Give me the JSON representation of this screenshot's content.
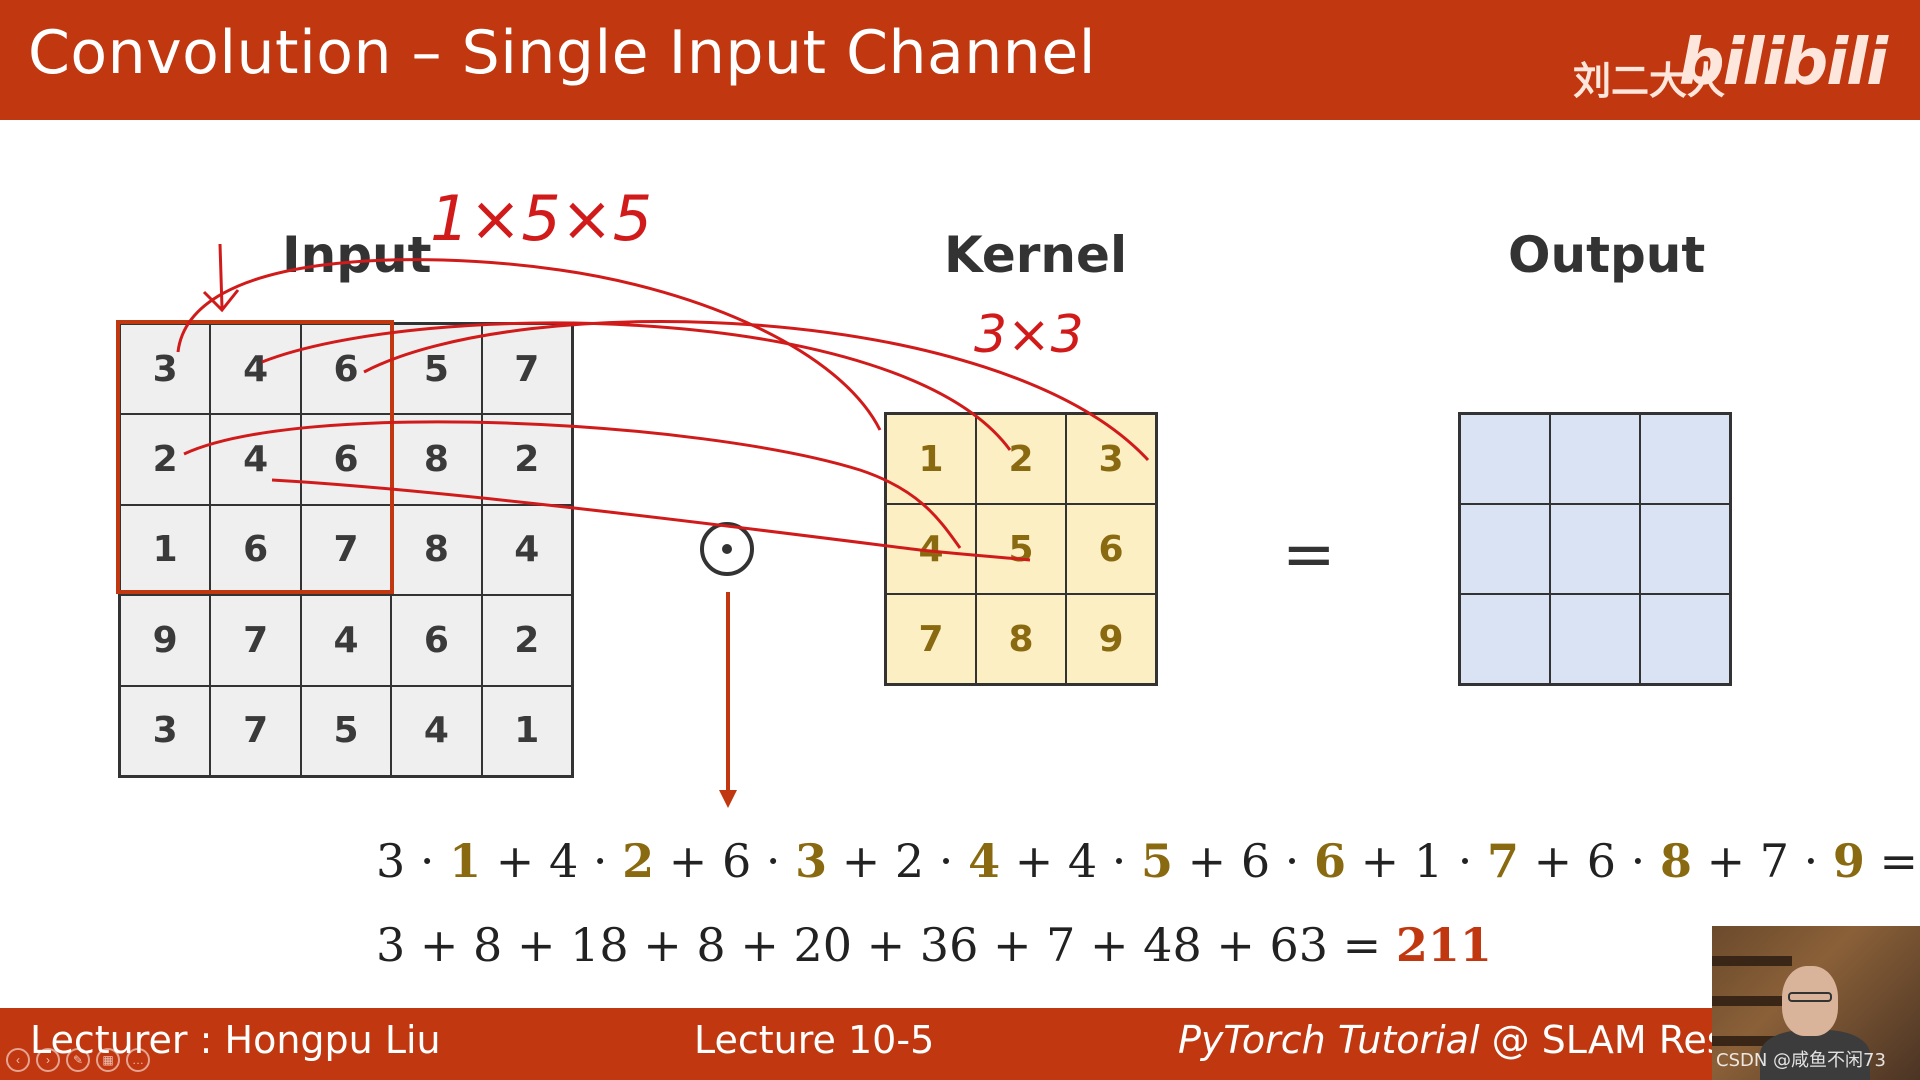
{
  "header": {
    "title": "Convolution – Single Input Channel",
    "watermark_author": "刘二大人",
    "watermark_logo": "bilibili"
  },
  "labels": {
    "input": "Input",
    "kernel": "Kernel",
    "output": "Output"
  },
  "handwriting": {
    "input_shape": "1×5×5",
    "kernel_shape": "3×3"
  },
  "input_matrix": [
    [
      "3",
      "4",
      "6",
      "5",
      "7"
    ],
    [
      "2",
      "4",
      "6",
      "8",
      "2"
    ],
    [
      "1",
      "6",
      "7",
      "8",
      "4"
    ],
    [
      "9",
      "7",
      "4",
      "6",
      "2"
    ],
    [
      "3",
      "7",
      "5",
      "4",
      "1"
    ]
  ],
  "kernel_matrix": [
    [
      "1",
      "2",
      "3"
    ],
    [
      "4",
      "5",
      "6"
    ],
    [
      "7",
      "8",
      "9"
    ]
  ],
  "operators": {
    "equals": "="
  },
  "formula": {
    "line1_terms": [
      {
        "input": "3",
        "kernel": "1"
      },
      {
        "input": "4",
        "kernel": "2"
      },
      {
        "input": "6",
        "kernel": "3"
      },
      {
        "input": "2",
        "kernel": "4"
      },
      {
        "input": "4",
        "kernel": "5"
      },
      {
        "input": "6",
        "kernel": "6"
      },
      {
        "input": "1",
        "kernel": "7"
      },
      {
        "input": "6",
        "kernel": "8"
      },
      {
        "input": "7",
        "kernel": "9"
      }
    ],
    "line2": "3 + 8 + 18 + 8 + 20 + 36 + 7 + 48 + 63 =",
    "result": "211"
  },
  "footer": {
    "lecturer": "Lecturer : Hongpu Liu",
    "lecture": "Lecture 10-5",
    "tutorial": "PyTorch Tutorial",
    "org": "@ SLAM Resea",
    "csdn": "CSDN @咸鱼不闲73"
  },
  "colors": {
    "accent": "#c1370f",
    "kernel_fill": "#fdefc4",
    "kernel_text": "#8a6a10",
    "output_fill": "#dae3f3",
    "input_fill": "#efefef"
  }
}
